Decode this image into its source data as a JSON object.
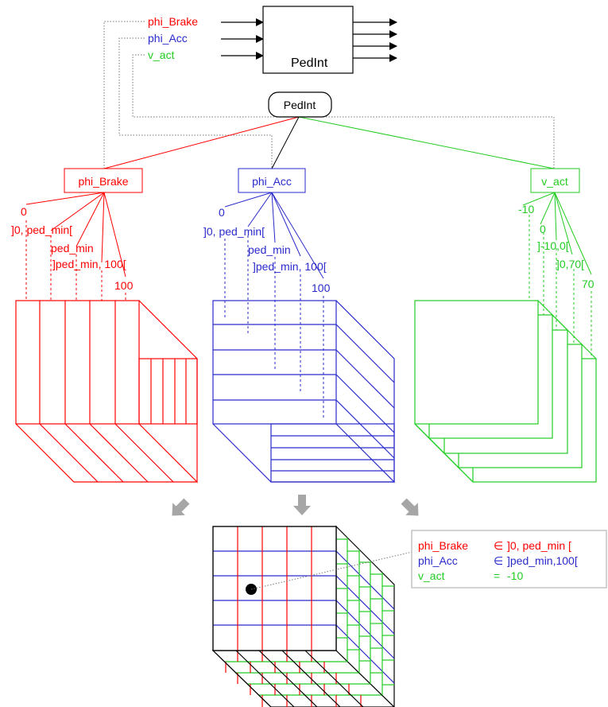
{
  "colors": {
    "brake": "#ff0000",
    "acc": "#2a2acc",
    "vact": "#22cc22",
    "black": "#000000",
    "dotted": "#777777",
    "arrow": "#a6a6a6",
    "legend_border": "#b5b5b5"
  },
  "block": {
    "title": "PedInt",
    "inputs": [
      "phi_Brake",
      "phi_Acc",
      "v_act"
    ]
  },
  "tree": {
    "root": "PedInt",
    "nodes": [
      "phi_Brake",
      "phi_Acc",
      "v_act"
    ]
  },
  "classes": {
    "brake": [
      "0",
      "]0, ped_min[",
      "ped_min",
      "]ped_min, 100[",
      "100"
    ],
    "acc": [
      "0",
      "]0, ped_min[",
      "ped_min",
      "]ped_min, 100[",
      "100"
    ],
    "vact": [
      "-10",
      "0",
      "]-10,0[",
      "]0,70[",
      "70"
    ]
  },
  "legend": {
    "rows": [
      {
        "name": "phi_Brake",
        "op": "∈",
        "value": "]0, ped_min ["
      },
      {
        "name": "phi_Acc",
        "op": "∈",
        "value": "]ped_min,100["
      },
      {
        "name": "v_act",
        "op": "=",
        "value": "-10"
      }
    ]
  },
  "icons": {
    "merge_arrows": [
      "arrow-down-right-icon",
      "arrow-down-icon",
      "arrow-down-left-icon"
    ],
    "selected_point": "selected-point-marker"
  }
}
